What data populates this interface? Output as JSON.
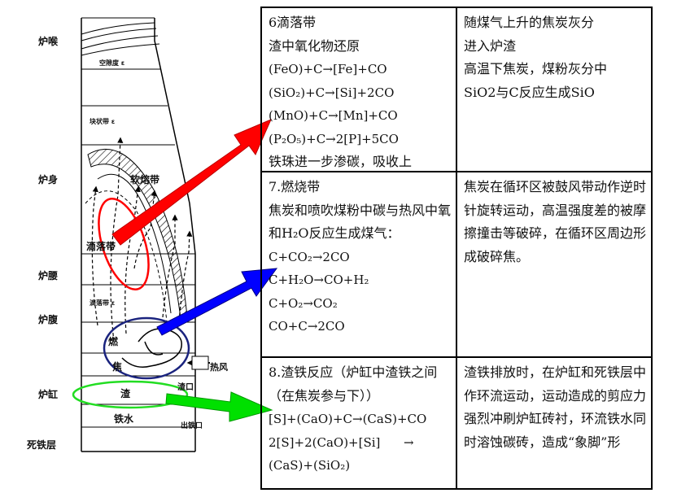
{
  "furnace": {
    "zones": {
      "throat": "炉喉",
      "shaft": "炉身",
      "belly": "炉腰",
      "bosh": "炉腹",
      "hearth": "炉缸",
      "dead_iron": "死铁层"
    },
    "inner": {
      "void": "空隙度 ε",
      "lump": "块状带 ε",
      "softening": "软熔带",
      "dripping_upper": "滴落带",
      "dripping_lower": "滴落带 ε",
      "raceway": "燃",
      "coke_bed": "焦",
      "slag": "渣",
      "iron": "铁水",
      "tuyere": "热风",
      "slag_notch": "渣口",
      "tap_hole": "出铁口"
    },
    "colors": {
      "red": "#ff0000",
      "blue": "#0000ff",
      "green": "#00e000",
      "navy": "#1a237e",
      "green_ellipse": "#22dd22"
    }
  },
  "table": {
    "rows": [
      {
        "left": [
          "6滴落带",
          "渣中氧化物还原",
          "(FeO)+C→[Fe]+CO",
          "(SiO₂)+C→[Si]+2CO",
          "(MnO)+C→[Mn]+CO",
          "(P₂O₅)+C→2[P]+5CO",
          "铁珠进一步渗碳，吸收上"
        ],
        "right": [
          "随煤气上升的焦炭灰分",
          "进入炉渣",
          "高温下焦炭，煤粉灰分中",
          "SiO2与C反应生成SiO"
        ]
      },
      {
        "left_text": [
          "7.燃烧带",
          "焦炭和喷吹煤粉中碳与热风中氧和H₂O反应生成煤气："
        ],
        "left_eqs": [
          "C+CO₂→2CO",
          "C+H₂O→CO+H₂",
          "C+O₂→CO₂",
          "CO+C→2CO"
        ],
        "right": [
          "焦炭在循环区被鼓风带动作逆时针旋转运动，高温强度差的被摩擦撞击等破碎，在循环区周边形成破碎焦。"
        ]
      },
      {
        "left_text": [
          "8.渣铁反应（炉缸中渣铁之间（在焦炭参与下））"
        ],
        "left_eqs": [
          "[S]+(CaO)+C→(CaS)+CO",
          "2[S]+2(CaO)+[Si]      →",
          "(CaS)+(SiO₂)"
        ],
        "right": [
          "渣铁排放时，在炉缸和死铁层中作环流运动，运动造成的剪应力强烈冲刷炉缸砖衬，环流铁水同时溶蚀碳砖，造成“象脚”形"
        ]
      }
    ]
  }
}
